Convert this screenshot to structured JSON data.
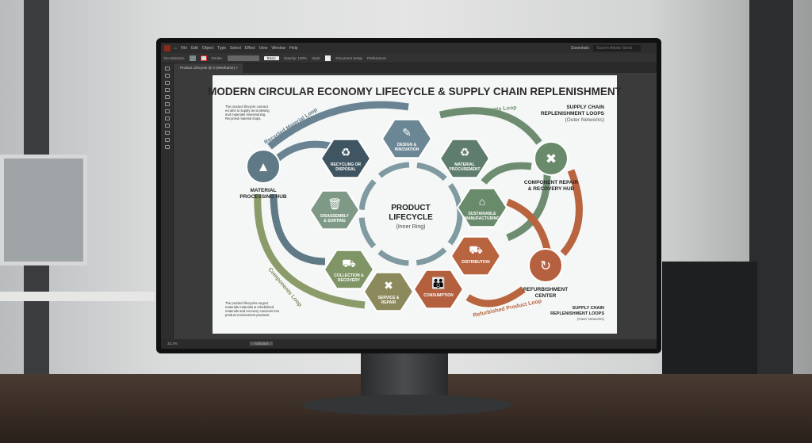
{
  "app": {
    "menu": [
      "File",
      "Edit",
      "Object",
      "Type",
      "Select",
      "Effect",
      "View",
      "Window",
      "Help"
    ],
    "workspace": "Essentials",
    "search_placeholder": "Search Adobe Stock",
    "control": {
      "selection": "No Selection",
      "stroke_label": "Stroke:",
      "brush": "Basic",
      "opacity": "Opacity: 100%",
      "style": "Style:",
      "doc_setup": "Document Setup",
      "preferences": "Preferences"
    },
    "tab": "Product Lifecycle @ 0 (Wireframe)",
    "zoom": "33.3%",
    "artboard_nav": "Artboard"
  },
  "diagram": {
    "title": "MODERN CIRCULAR ECONOMY LIFECYCLE & SUPPLY CHAIN REPLENISHMENT",
    "note_top": [
      "The product lifecycle connect",
      "ecnaris to supply as scalesing",
      "and materials resesmaning.",
      "Recycled material loops."
    ],
    "note_bottom": [
      "The product lifecycles engoct",
      "materials materials & refurbished",
      "materials and recovery concions into",
      "product environment products."
    ],
    "supply_top": [
      "SUPPLY CHAIN",
      "REPLENISHMENT LOOPS",
      "(Outer Networks)"
    ],
    "supply_bottom": [
      "SUPPLY CHAIN",
      "REPLENISHMENT LOOPS",
      "(Outer Networks)"
    ],
    "center": [
      "PRODUCT",
      "LIFECYCLE",
      "(Inner Ring)"
    ],
    "loops": {
      "recycled": "Recycled Material Loop",
      "components_top": "Components Loop",
      "components_left": "Components Loop",
      "refurbished": "Refurbished Product Loop"
    },
    "nodes": [
      {
        "id": "recycling",
        "label": [
          "RECYCLING OR",
          "DISPOSAL"
        ],
        "icon": "♻",
        "color": "#3f5662"
      },
      {
        "id": "design",
        "label": [
          "DESIGN &",
          "INNOVATION"
        ],
        "icon": "✎",
        "color": "#6b8694"
      },
      {
        "id": "procurement",
        "label": [
          "MATERIAL",
          "PROCUREMENT"
        ],
        "icon": "♻",
        "color": "#5e7d6c"
      },
      {
        "id": "manufacturing",
        "label": [
          "SUSTAINABLE",
          "MANUFACTURING"
        ],
        "icon": "⌂",
        "color": "#6a8a6c"
      },
      {
        "id": "distribution",
        "label": [
          "DISTRIBUTION"
        ],
        "icon": "⛟",
        "color": "#b8643f"
      },
      {
        "id": "consumption",
        "label": [
          "CONSUMPTION"
        ],
        "icon": "👪",
        "color": "#b45f3d"
      },
      {
        "id": "service",
        "label": [
          "SERVICE &",
          "REPAIR"
        ],
        "icon": "✖",
        "color": "#8c8a5c"
      },
      {
        "id": "collection",
        "label": [
          "COLLECTION &",
          "RECOVERY"
        ],
        "icon": "⛟",
        "color": "#7f9566"
      },
      {
        "id": "disassembly",
        "label": [
          "DISASSEMBLY",
          "& SORTING"
        ],
        "icon": "🗑",
        "color": "#7e9985"
      }
    ],
    "hubs": [
      {
        "id": "material-processing",
        "label": [
          "MATERIAL",
          "PROCESSING HUB"
        ],
        "icon": "▲",
        "color": "#5f7986"
      },
      {
        "id": "component-repair",
        "label": [
          "COMPONENT REPAIR",
          "& RECOVERY HUB"
        ],
        "icon": "✖",
        "color": "#6a8a6c"
      },
      {
        "id": "refurbishment",
        "label": [
          "REFURBISHMENT",
          "CENTER"
        ],
        "icon": "↻",
        "color": "#b5603e"
      }
    ]
  }
}
